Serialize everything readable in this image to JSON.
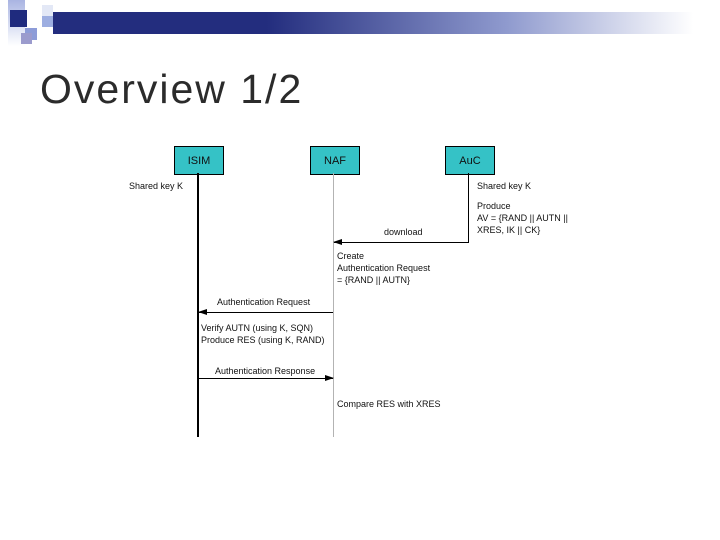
{
  "slide": {
    "title": "Overview 1/2"
  },
  "diagram": {
    "actors": [
      {
        "label": "ISIM"
      },
      {
        "label": "NAF"
      },
      {
        "label": "AuC"
      }
    ],
    "shared_key_left": "Shared key K",
    "shared_key_right": "Shared key K",
    "produce_av": {
      "line1": "Produce",
      "line2": "AV = {RAND || AUTN ||",
      "line3": "XRES, IK || CK}"
    },
    "create_request": {
      "line1": "Create",
      "line2": "Authentication Request",
      "line3": "= {RAND || AUTN}"
    },
    "verify_note": {
      "line1": "Verify AUTN (using K, SQN)",
      "line2": "Produce RES (using K, RAND)"
    },
    "compare_note": "Compare RES with XRES",
    "messages": {
      "download": "download",
      "auth_request": "Authentication Request",
      "auth_response": "Authentication Response"
    }
  },
  "colors": {
    "actor_fill": "#35c2c6",
    "actor_border": "#000000",
    "header_navy": "#232d7e",
    "naf_lifeline_gray": "#b3b3b3",
    "title_text": "#2b2b2b"
  }
}
